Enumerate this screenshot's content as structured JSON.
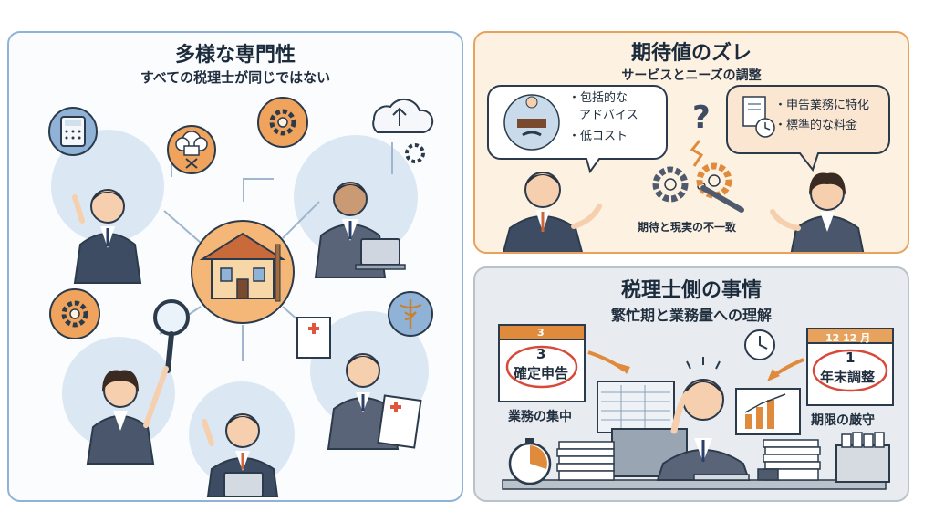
{
  "left": {
    "title": "多様な専門性",
    "subtitle": "すべての税理士が同じではない"
  },
  "top_right": {
    "title": "期待値のズレ",
    "subtitle": "サービスとニーズの調整",
    "left_bubble": [
      "・包括的な",
      "アドバイス",
      "・低コスト"
    ],
    "right_bubble": [
      "・申告業務に特化",
      "・標準的な料金"
    ],
    "caption": "期待と現実の不一致"
  },
  "bottom_right": {
    "title": "税理士側の事情",
    "subtitle": "繁忙期と業務量への理解",
    "cal_left_header": "3",
    "cal_left_num": "3",
    "cal_left_text": "確定申告",
    "cal_right_header": "12 12 月",
    "cal_right_num": "1",
    "cal_right_text": "年末調整",
    "label_left": "業務の集中",
    "label_right": "期限の厳守"
  }
}
